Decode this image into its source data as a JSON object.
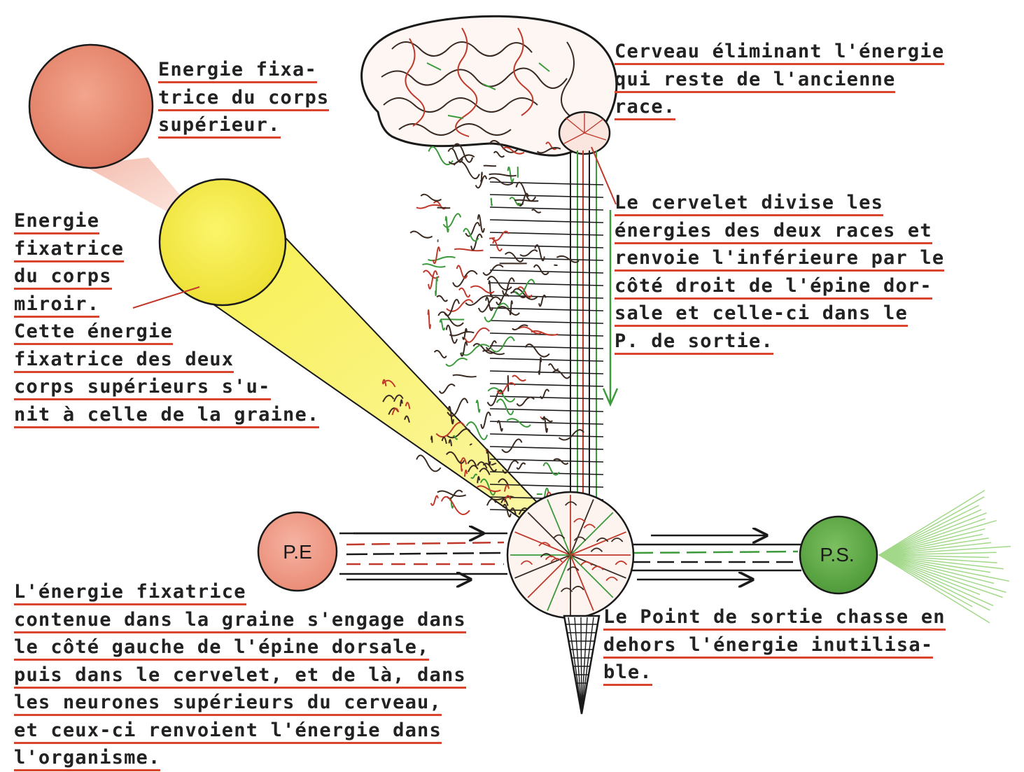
{
  "diagram": {
    "nodes": {
      "point_entree": "P.E",
      "point_sortie": "P.S."
    },
    "labels": {
      "corps_superieur": [
        "Energie fixa-",
        "trice du corps",
        "supérieur."
      ],
      "corps_miroir": [
        "Energie",
        "fixatrice",
        "du corps",
        " miroir.",
        "Cette énergie",
        "fixatrice des deux",
        "corps supérieurs s'u-",
        "nit à celle de la graine."
      ],
      "cerveau": [
        "Cerveau éliminant l'énergie",
        " qui reste de l'ancienne",
        " race."
      ],
      "cervelet": [
        "Le cervelet divise les",
        "énergies des deux races et",
        "renvoie l'inférieure par le",
        "côté droit de l'épine dor-",
        "sale et celle-ci dans le",
        "P. de sortie."
      ],
      "graine": [
        "L'énergie fixatrice",
        "contenue dans la graine s'engage dans",
        "le côté gauche de l'épine dorsale,",
        "puis dans le cervelet, et de là, dans",
        "les neurones supérieurs du cerveau,",
        "et ceux-ci renvoient l'énergie dans",
        "l'organisme."
      ],
      "point_sortie": [
        "Le Point de sortie chasse en",
        "dehors l'énergie inutilisa-",
        "ble."
      ]
    },
    "colors": {
      "ink": "#1a1a1a",
      "underline": "#d9462d",
      "upper_body_sphere": "#e8826a",
      "mirror_body_sphere": "#f2ea3c",
      "exit_point": "#5faa45",
      "entry_point": "#ee9985",
      "nerve_green": "#3c9a3c",
      "nerve_red": "#c0392b"
    }
  }
}
